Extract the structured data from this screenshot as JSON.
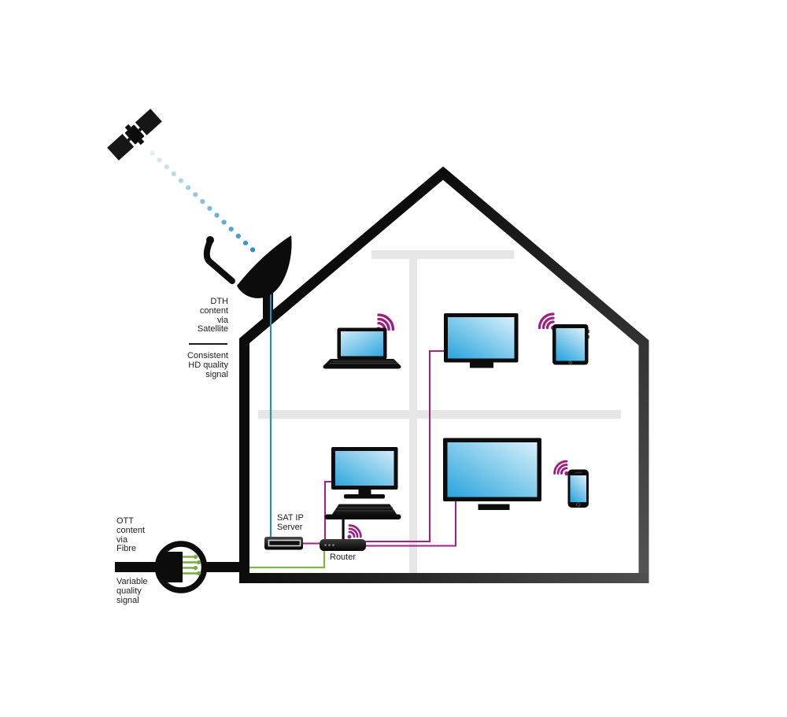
{
  "labels": {
    "dth": {
      "lines": [
        "DTH",
        "content",
        "via",
        "Satellite"
      ]
    },
    "consistent": {
      "lines": [
        "Consistent",
        "HD quality",
        "signal"
      ]
    },
    "ott": {
      "lines": [
        "OTT",
        "content",
        "via",
        "Fibre"
      ]
    },
    "variable": {
      "lines": [
        "Variable",
        "quality",
        "signal"
      ]
    },
    "sat_ip": {
      "lines": [
        "SAT IP",
        "Server"
      ]
    },
    "router": "Router"
  },
  "colors": {
    "magenta_line": "#a81f8c",
    "wifi_magenta": "#a01b86",
    "teal_line": "#2490b2",
    "green_line": "#80b73f",
    "strand_green": "#74ad3c",
    "wall_gray": "#e6e6e6",
    "house_black": "#0c0c0c",
    "house_gray": "#4f4f4f",
    "screen_blue_deep": "#2fa8de",
    "screen_blue_light": "#cfeaf8",
    "beam_start": "#ddeff9",
    "beam_end": "#2e8fc8",
    "text": "#1c1c1c"
  },
  "diagram": {
    "nodes": [
      "satellite",
      "satellite-dish",
      "sat-ip-server",
      "router",
      "fibre-wall-plug",
      "laptop",
      "tv-first-floor",
      "tablet",
      "desktop-pc",
      "tv-ground-floor",
      "smartphone"
    ],
    "connections": [
      {
        "from": "satellite",
        "to": "satellite-dish",
        "style": "blue-dotted-beam"
      },
      {
        "from": "satellite-dish",
        "to": "sat-ip-server",
        "style": "teal-cable"
      },
      {
        "from": "fibre-wall-plug",
        "to": "router",
        "style": "green-cable"
      },
      {
        "from": "sat-ip-server",
        "to": "router",
        "style": "magenta-cable"
      },
      {
        "from": "router",
        "to": "tv-first-floor",
        "style": "magenta-cable"
      },
      {
        "from": "router",
        "to": "tv-ground-floor",
        "style": "magenta-cable"
      },
      {
        "from": "router",
        "to": "desktop-pc",
        "style": "magenta-cable"
      },
      {
        "from": "router",
        "to": "laptop",
        "style": "wifi"
      },
      {
        "from": "router",
        "to": "tablet",
        "style": "wifi"
      },
      {
        "from": "router",
        "to": "smartphone",
        "style": "wifi"
      }
    ]
  }
}
